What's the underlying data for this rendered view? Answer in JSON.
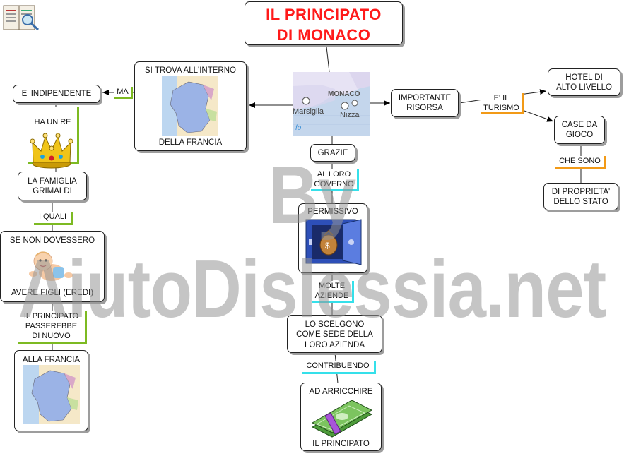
{
  "title": "IL PRINCIPATO\nDI MONACO",
  "watermark": "By AiutoDislessia.net",
  "map_labels": {
    "monaco": "MONACO",
    "marsiglia": "Marsiglia",
    "nizza": "Nizza"
  },
  "nodes": {
    "si_trova": "SI TROVA ALL'INTERNO",
    "della_francia": "DELLA FRANCIA",
    "indipendente": "E' INDIPENDENTE",
    "famiglia": "LA FAMIGLIA\nGRIMALDI",
    "se_non": "SE NON DOVESSERO",
    "avere_figli": "AVERE FIGLI (EREDI)",
    "alla_francia": "ALLA FRANCIA",
    "importante": "IMPORTANTE\nRISORSA",
    "hotel": "HOTEL DI\nALTO LIVELLO",
    "case_gioco": "CASE DA\nGIOCO",
    "proprieta": "DI PROPRIETA'\nDELLO STATO",
    "grazie": "GRAZIE",
    "permissivo": "PERMISSIVO",
    "scelgono": "LO SCELGONO\nCOME SEDE DELLA\nLORO AZIENDA",
    "arricchire": "AD ARRICCHIRE",
    "principato": "IL PRINCIPATO"
  },
  "links": {
    "ma": "MA",
    "ha_un_re": "HA UN RE",
    "i_quali": "I QUALI",
    "passerebbe": "IL PRINCIPATO\nPASSEREBBE\nDI NUOVO",
    "turismo": "E' IL\nTURISMO",
    "che_sono": "CHE SONO",
    "al_loro": "AL LORO\nGOVERNO",
    "molte": "MOLTE\nAZIENDE",
    "contribuendo": "CONTRIBUENDO"
  },
  "colors": {
    "title": "#ff1a1a",
    "green": "#7dba22",
    "cyan": "#35e0ea",
    "orange": "#f29a17"
  },
  "icons": [
    "book-icon",
    "france-map-image",
    "monaco-map-image",
    "crown-icon",
    "baby-icon",
    "safe-icon",
    "money-icon"
  ]
}
